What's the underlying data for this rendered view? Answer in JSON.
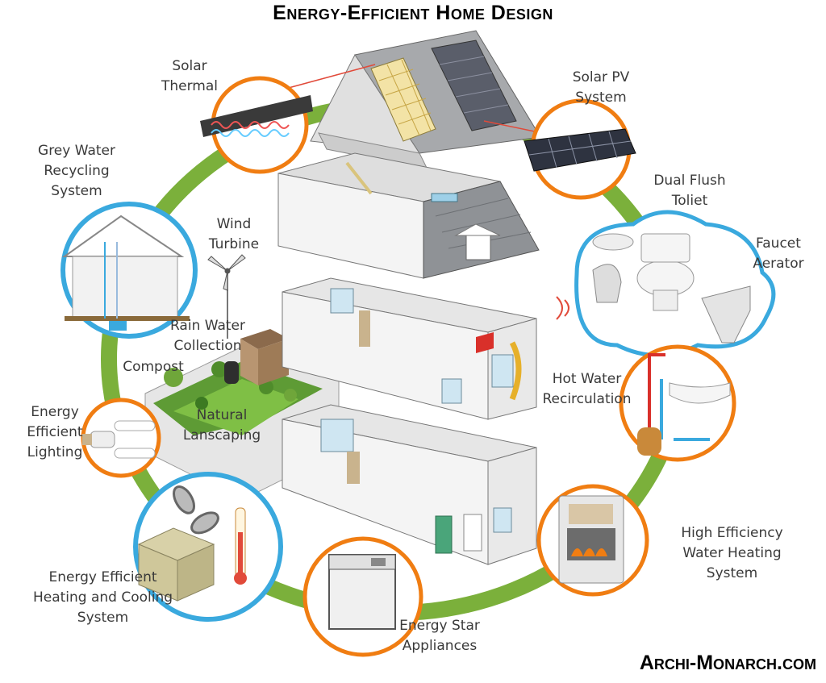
{
  "title": "Energy-Efficient Home Design",
  "watermark": "Archi-Monarch.com",
  "colors": {
    "ring_green": "#7bb03b",
    "orange": "#f07d12",
    "blue": "#3aa9de",
    "roof_gray": "#a7a9ac",
    "wall_white": "#f4f4f4",
    "grass": "#5e9b35"
  },
  "labels": {
    "solar_thermal": "Solar\nThermal",
    "solar_pv": "Solar PV\nSystem",
    "grey_water": "Grey Water\nRecycling\nSystem",
    "wind_turbine": "Wind\nTurbine",
    "dual_flush": "Dual Flush\nToliet",
    "faucet_aerator": "Faucet\nAerator",
    "rain_water": "Rain Water\nCollection",
    "compost": "Compost",
    "hot_water": "Hot Water\nRecirculation",
    "lighting": "Energy\nEfficient\nLighting",
    "landscaping": "Natural\nLanscaping",
    "hvac": "Energy Efficient\nHeating and Cooling\nSystem",
    "water_heating": "High Efficiency\nWater Heating\nSystem",
    "appliances": "Energy Star\nAppliances"
  }
}
